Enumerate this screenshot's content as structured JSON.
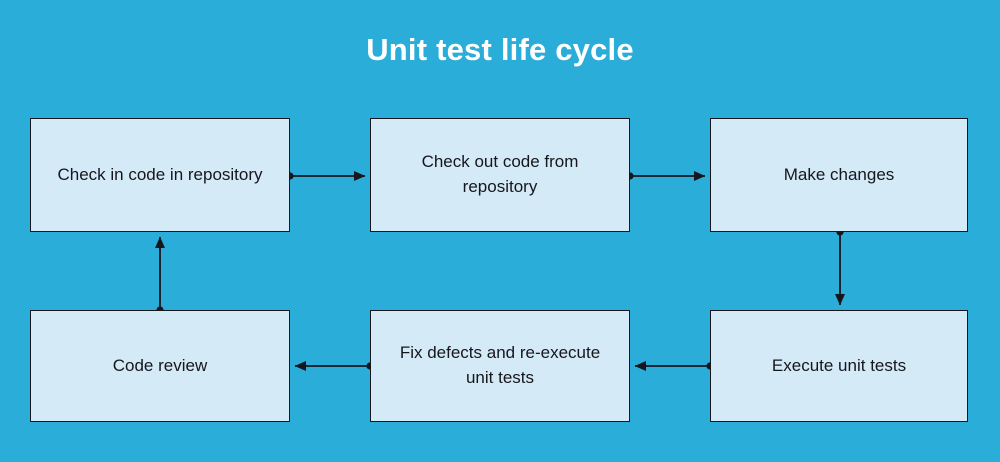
{
  "diagram": {
    "title": "Unit test life cycle",
    "background_color": "#2badd9",
    "node_fill_color": "#d4eaf7",
    "node_border_color": "#16161d",
    "edge_color": "#16161d",
    "title_color": "#ffffff",
    "type": "flowchart",
    "nodes": [
      {
        "id": "check-in",
        "label": "Check in code in repository",
        "row": 1,
        "col": 1
      },
      {
        "id": "check-out",
        "label": "Check out code from repository",
        "row": 1,
        "col": 2
      },
      {
        "id": "make-changes",
        "label": "Make changes",
        "row": 1,
        "col": 3
      },
      {
        "id": "code-review",
        "label": "Code review",
        "row": 2,
        "col": 1
      },
      {
        "id": "fix-defects",
        "label": "Fix defects and re-execute unit tests",
        "row": 2,
        "col": 2
      },
      {
        "id": "execute-tests",
        "label": "Execute unit tests",
        "row": 2,
        "col": 3
      }
    ],
    "edges": [
      {
        "from": "check-in",
        "to": "check-out",
        "direction": "right"
      },
      {
        "from": "check-out",
        "to": "make-changes",
        "direction": "right"
      },
      {
        "from": "make-changes",
        "to": "execute-tests",
        "direction": "down"
      },
      {
        "from": "execute-tests",
        "to": "fix-defects",
        "direction": "left"
      },
      {
        "from": "fix-defects",
        "to": "code-review",
        "direction": "left"
      },
      {
        "from": "code-review",
        "to": "check-in",
        "direction": "up"
      }
    ]
  }
}
